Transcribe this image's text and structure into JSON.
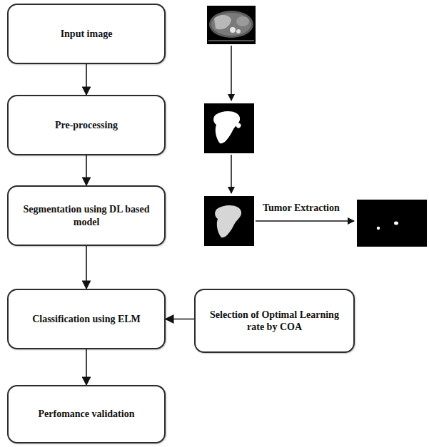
{
  "diagram": {
    "nodes": [
      {
        "text": [
          "Input image"
        ]
      },
      {
        "text": [
          "Pre-processing"
        ]
      },
      {
        "text": [
          "Segmentation using DL based model"
        ]
      },
      {
        "text": [
          "Classification using ELM"
        ]
      },
      {
        "text": [
          "Selection of Optimal Learning rate by COA"
        ]
      },
      {
        "text": [
          "Perfomance validation"
        ]
      }
    ],
    "edges": [
      {
        "from": 0,
        "to": 1,
        "arrow": "to"
      },
      {
        "from": 1,
        "to": 2,
        "arrow": "to"
      },
      {
        "from": 2,
        "to": 3,
        "arrow": "to"
      },
      {
        "from": 4,
        "to": 3,
        "arrow": "to"
      },
      {
        "from": 3,
        "to": 5,
        "arrow": "to"
      }
    ],
    "labels": [
      "Tumor Extraction"
    ]
  }
}
